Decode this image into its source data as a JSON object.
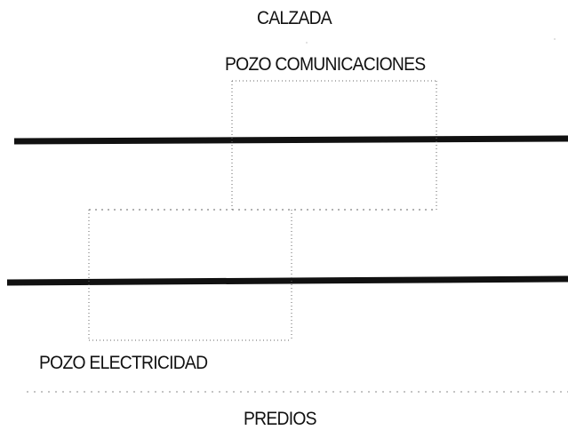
{
  "labels": {
    "road": "CALZADA",
    "comm_well": "POZO COMUNICACIONES",
    "elec_well": "POZO ELECTRICIDAD",
    "lots": "PREDIOS"
  },
  "colors": {
    "ink": "#111111",
    "dotted": "#666666"
  }
}
